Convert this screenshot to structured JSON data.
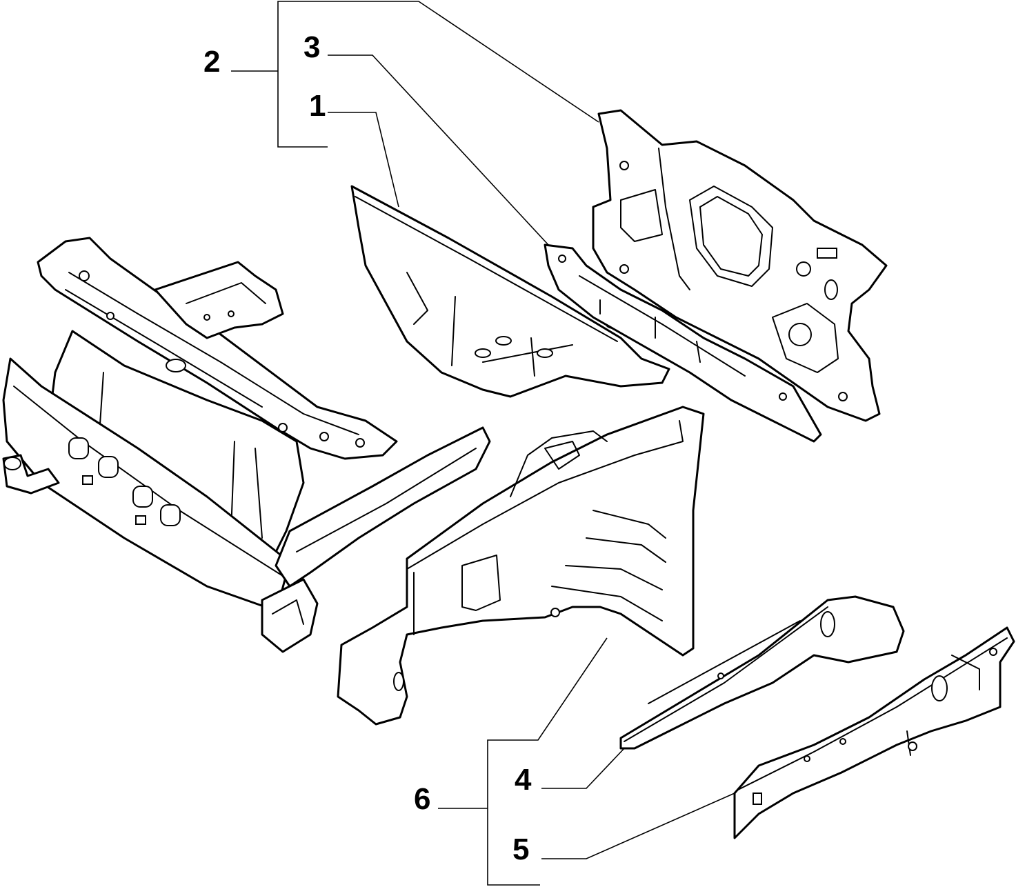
{
  "callouts": {
    "n1": "1",
    "n2": "2",
    "n3": "3",
    "n4": "4",
    "n5": "5",
    "n6": "6"
  },
  "colors": {
    "line": "#000000",
    "background": "#ffffff"
  }
}
